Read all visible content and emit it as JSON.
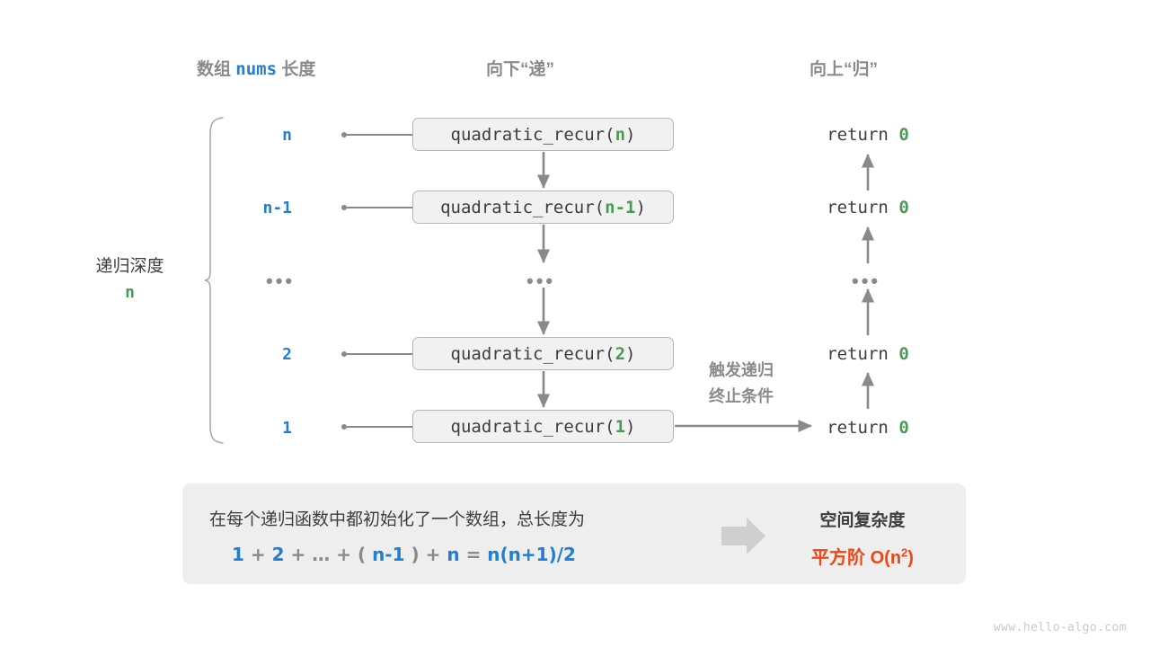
{
  "headers": {
    "left_prefix": "数组",
    "left_code": "nums",
    "left_suffix": "长度",
    "middle": "向下“递”",
    "right": "向上“归”"
  },
  "depth_brace": {
    "label": "递归深度",
    "value": "n"
  },
  "rows": [
    {
      "depth": "n",
      "call": "quadratic_recur(",
      "arg": "n",
      "call_close": ")",
      "return": "return",
      "return_value": "0"
    },
    {
      "depth": "n-1",
      "call": "quadratic_recur(",
      "arg": "n-1",
      "call_close": ")",
      "return": "return",
      "return_value": "0"
    },
    {
      "depth": "…",
      "call": "…",
      "arg": "",
      "call_close": "",
      "return": "…",
      "return_value": ""
    },
    {
      "depth": "2",
      "call": "quadratic_recur(",
      "arg": "2",
      "call_close": ")",
      "return": "return",
      "return_value": "0"
    },
    {
      "depth": "1",
      "call": "quadratic_recur(",
      "arg": "1",
      "call_close": ")",
      "return": "return",
      "return_value": "0"
    }
  ],
  "annotation": {
    "line1": "触发递归",
    "line2": "终止条件"
  },
  "summary": {
    "description": "在每个递归函数中都初始化了一个数组，总长度为",
    "formula_parts": [
      {
        "t": "1",
        "blue": true
      },
      {
        "t": "+",
        "blue": false
      },
      {
        "t": "2",
        "blue": true
      },
      {
        "t": "+",
        "blue": false
      },
      {
        "t": "…",
        "blue": false
      },
      {
        "t": "+",
        "blue": false
      },
      {
        "t": "(",
        "blue": false
      },
      {
        "t": "n-1",
        "blue": true
      },
      {
        "t": ")",
        "blue": false
      },
      {
        "t": "+",
        "blue": false
      },
      {
        "t": "n",
        "blue": true
      },
      {
        "t": "=",
        "blue": false
      },
      {
        "t": "n(n+1)/2",
        "blue": true
      }
    ],
    "result_title": "空间复杂度",
    "result_prefix": "平方阶",
    "result_notation": "O(n",
    "result_exponent": "2",
    "result_suffix": ")"
  },
  "watermark": "www.hello-algo.com",
  "colors": {
    "blue": "#1f7fd0",
    "green": "#4a9a56",
    "orange": "#ef4613",
    "gray": "#8a8a8a",
    "dark": "#3d3d3d",
    "box_fill": "#f1f1f1",
    "panel_fill": "#eeeeee"
  },
  "icons": {
    "down_arrow": "down-arrow-icon",
    "up_arrow": "up-arrow-icon",
    "right_arrow": "right-arrow-icon",
    "block_arrow": "block-arrow-right-icon",
    "brace": "curly-brace-icon"
  }
}
